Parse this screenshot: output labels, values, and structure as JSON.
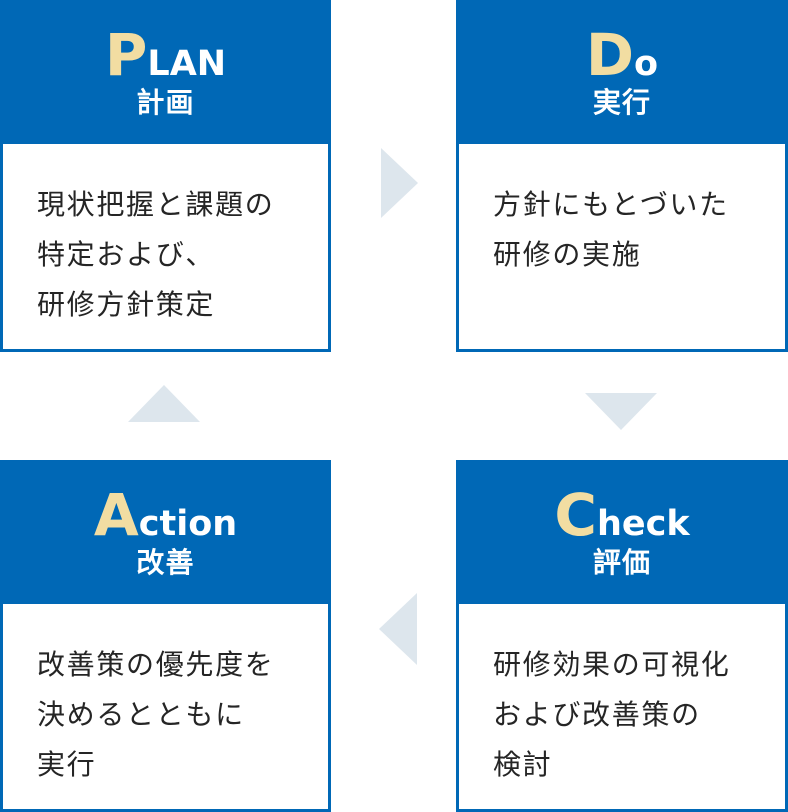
{
  "colors": {
    "header_blue": "#0068b6",
    "letter_cream": "#f2dda2",
    "arrow_gray_blue": "#dde6ed",
    "body_text": "#252525"
  },
  "diagram": {
    "type": "pdca-cycle",
    "cards": [
      {
        "id": "plan",
        "letter": "P",
        "rest": "LAN",
        "subtitle": "計画",
        "body_lines": [
          "現状把握と課題の",
          "特定および、",
          "研修方針策定"
        ]
      },
      {
        "id": "do",
        "letter": "D",
        "rest": "o",
        "subtitle": "実行",
        "body_lines": [
          "方針にもとづいた",
          "研修の実施"
        ]
      },
      {
        "id": "check",
        "letter": "C",
        "rest": "heck",
        "subtitle": "評価",
        "body_lines": [
          "研修効果の可視化",
          "および改善策の",
          "検討"
        ]
      },
      {
        "id": "action",
        "letter": "A",
        "rest": "ction",
        "subtitle": "改善",
        "body_lines": [
          "改善策の優先度を",
          "決めるとともに",
          "実行"
        ]
      }
    ],
    "arrows": [
      {
        "name": "plan-to-do",
        "direction": "right"
      },
      {
        "name": "do-to-check",
        "direction": "down"
      },
      {
        "name": "check-to-action",
        "direction": "left"
      },
      {
        "name": "action-to-plan",
        "direction": "up"
      }
    ]
  }
}
